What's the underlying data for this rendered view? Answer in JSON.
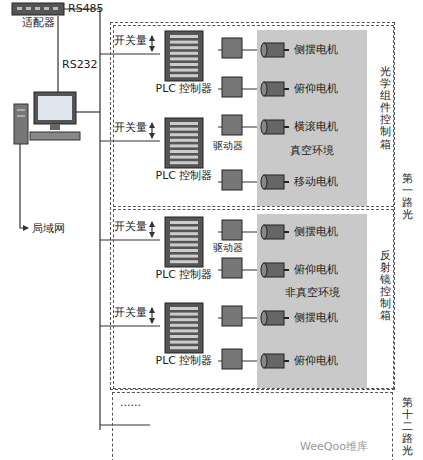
{
  "diagram": {
    "nodes": [
      {
        "text": [
          "适配器"
        ]
      },
      {
        "text": [
          "第一路光"
        ]
      },
      {
        "text": [
          "光学组件控制箱"
        ],
        "in": 1
      },
      {
        "text": [
          "PLC 控制器"
        ],
        "in": 2
      },
      {
        "text": [
          "PLC 控制器"
        ],
        "in": 2
      },
      {
        "text": [
          "真空环境"
        ],
        "in": 2
      },
      {
        "text": [
          "侧摆电机"
        ],
        "in": 5
      },
      {
        "text": [
          "俯仰电机"
        ],
        "in": 5
      },
      {
        "text": [
          "横滚电机"
        ],
        "in": 5
      },
      {
        "text": [
          "移动电机"
        ],
        "in": 5
      },
      {
        "text": [
          "反射镜控制箱"
        ],
        "in": 1
      },
      {
        "text": [
          "PLC 控制器"
        ],
        "in": 10
      },
      {
        "text": [
          "PLC 控制器"
        ],
        "in": 10
      },
      {
        "text": [
          "非真空环境"
        ],
        "in": 10
      },
      {
        "text": [
          "侧摆电机"
        ],
        "in": 13
      },
      {
        "text": [
          "俯仰电机"
        ],
        "in": 13
      },
      {
        "text": [
          "侧摆电机"
        ],
        "in": 13
      },
      {
        "text": [
          "俯仰电机"
        ],
        "in": 13
      },
      {
        "text": [
          "第十二路光"
        ]
      }
    ],
    "edges": [
      {
        "from": 3,
        "to": 6,
        "arrow": "none"
      },
      {
        "from": 3,
        "to": 7,
        "arrow": "none"
      },
      {
        "from": 4,
        "to": 8,
        "arrow": "none"
      },
      {
        "from": 4,
        "to": 9,
        "arrow": "none"
      },
      {
        "from": 11,
        "to": 14,
        "arrow": "none"
      },
      {
        "from": 11,
        "to": 15,
        "arrow": "none"
      },
      {
        "from": 12,
        "to": 16,
        "arrow": "none"
      },
      {
        "from": 12,
        "to": 17,
        "arrow": "none"
      }
    ],
    "labels": [
      "RS485",
      "RS232",
      "局域网",
      "开关量",
      "开关量",
      "驱动器",
      "开关量",
      "开关量",
      "驱动器",
      "......",
      "WeeQoo维库"
    ]
  }
}
